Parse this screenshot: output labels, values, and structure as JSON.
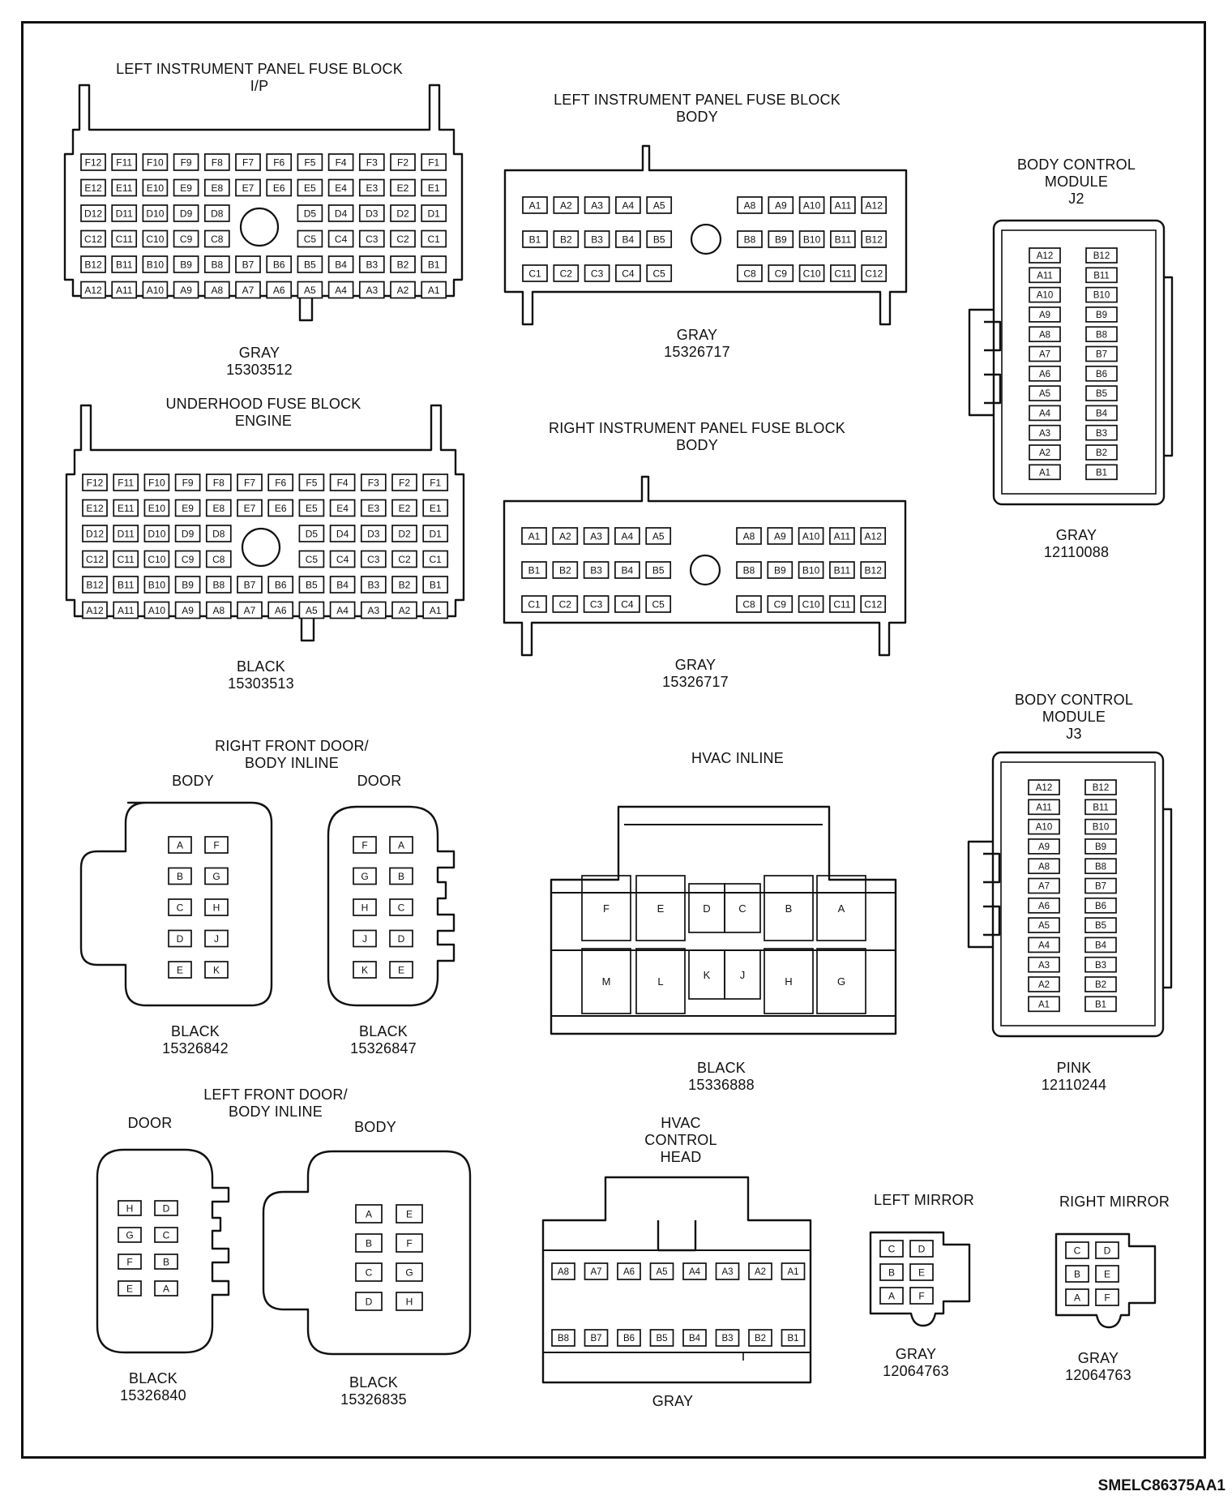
{
  "reference_code": "SMELC86375AA1",
  "connectors": {
    "lip_ip": {
      "title": [
        "LEFT INSTRUMENT PANEL FUSE BLOCK",
        "I/P"
      ],
      "color": "GRAY",
      "part": "15303512",
      "rows": [
        [
          "F12",
          "F11",
          "F10",
          "F9",
          "F8",
          "F7",
          "F6",
          "F5",
          "F4",
          "F3",
          "F2",
          "F1"
        ],
        [
          "E12",
          "E11",
          "E10",
          "E9",
          "E8",
          "E7",
          "E6",
          "E5",
          "E4",
          "E3",
          "E2",
          "E1"
        ],
        [
          "D12",
          "D11",
          "D10",
          "D9",
          "D8",
          "",
          "",
          "D5",
          "D4",
          "D3",
          "D2",
          "D1"
        ],
        [
          "C12",
          "C11",
          "C10",
          "C9",
          "C8",
          "",
          "",
          "C5",
          "C4",
          "C3",
          "C2",
          "C1"
        ],
        [
          "B12",
          "B11",
          "B10",
          "B9",
          "B8",
          "B7",
          "B6",
          "B5",
          "B4",
          "B3",
          "B2",
          "B1"
        ],
        [
          "A12",
          "A11",
          "A10",
          "A9",
          "A8",
          "A7",
          "A6",
          "A5",
          "A4",
          "A3",
          "A2",
          "A1"
        ]
      ]
    },
    "lip_body": {
      "title": [
        "LEFT INSTRUMENT PANEL FUSE BLOCK",
        "BODY"
      ],
      "color": "GRAY",
      "part": "15326717",
      "rows": [
        [
          "A1",
          "A2",
          "A3",
          "A4",
          "A5",
          "A8",
          "A9",
          "A10",
          "A11",
          "A12"
        ],
        [
          "B1",
          "B2",
          "B3",
          "B4",
          "B5",
          "B8",
          "B9",
          "B10",
          "B11",
          "B12"
        ],
        [
          "C1",
          "C2",
          "C3",
          "C4",
          "C5",
          "C8",
          "C9",
          "C10",
          "C11",
          "C12"
        ]
      ]
    },
    "bcm_j2": {
      "title": [
        "BODY CONTROL",
        "MODULE",
        "J2"
      ],
      "color": "GRAY",
      "part": "12110088",
      "left": [
        "A12",
        "A11",
        "A10",
        "A9",
        "A8",
        "A7",
        "A6",
        "A5",
        "A4",
        "A3",
        "A2",
        "A1"
      ],
      "right": [
        "B12",
        "B11",
        "B10",
        "B9",
        "B8",
        "B7",
        "B6",
        "B5",
        "B4",
        "B3",
        "B2",
        "B1"
      ]
    },
    "uh_engine": {
      "title": [
        "UNDERHOOD FUSE BLOCK",
        "ENGINE"
      ],
      "color": "BLACK",
      "part": "15303513",
      "rows": [
        [
          "F12",
          "F11",
          "F10",
          "F9",
          "F8",
          "F7",
          "F6",
          "F5",
          "F4",
          "F3",
          "F2",
          "F1"
        ],
        [
          "E12",
          "E11",
          "E10",
          "E9",
          "E8",
          "E7",
          "E6",
          "E5",
          "E4",
          "E3",
          "E2",
          "E1"
        ],
        [
          "D12",
          "D11",
          "D10",
          "D9",
          "D8",
          "",
          "",
          "D5",
          "D4",
          "D3",
          "D2",
          "D1"
        ],
        [
          "C12",
          "C11",
          "C10",
          "C9",
          "C8",
          "",
          "",
          "C5",
          "C4",
          "C3",
          "C2",
          "C1"
        ],
        [
          "B12",
          "B11",
          "B10",
          "B9",
          "B8",
          "B7",
          "B6",
          "B5",
          "B4",
          "B3",
          "B2",
          "B1"
        ],
        [
          "A12",
          "A11",
          "A10",
          "A9",
          "A8",
          "A7",
          "A6",
          "A5",
          "A4",
          "A3",
          "A2",
          "A1"
        ]
      ]
    },
    "rip_body": {
      "title": [
        "RIGHT INSTRUMENT PANEL FUSE BLOCK",
        "BODY"
      ],
      "color": "GRAY",
      "part": "15326717",
      "rows": [
        [
          "A1",
          "A2",
          "A3",
          "A4",
          "A5",
          "A8",
          "A9",
          "A10",
          "A11",
          "A12"
        ],
        [
          "B1",
          "B2",
          "B3",
          "B4",
          "B5",
          "B8",
          "B9",
          "B10",
          "B11",
          "B12"
        ],
        [
          "C1",
          "C2",
          "C3",
          "C4",
          "C5",
          "C8",
          "C9",
          "C10",
          "C11",
          "C12"
        ]
      ]
    },
    "rfd": {
      "title": [
        "RIGHT FRONT DOOR/",
        "BODY INLINE"
      ],
      "body_label": "BODY",
      "door_label": "DOOR",
      "body": {
        "color": "BLACK",
        "part": "15326842",
        "rows": [
          [
            "A",
            "F"
          ],
          [
            "B",
            "G"
          ],
          [
            "C",
            "H"
          ],
          [
            "D",
            "J"
          ],
          [
            "E",
            "K"
          ]
        ]
      },
      "door": {
        "color": "BLACK",
        "part": "15326847",
        "rows": [
          [
            "F",
            "A"
          ],
          [
            "G",
            "B"
          ],
          [
            "H",
            "C"
          ],
          [
            "J",
            "D"
          ],
          [
            "K",
            "E"
          ]
        ]
      }
    },
    "hvac_inline": {
      "title": [
        "HVAC INLINE"
      ],
      "color": "BLACK",
      "part": "15336888",
      "top": [
        "F",
        "E",
        "D",
        "C",
        "B",
        "A"
      ],
      "bottom": [
        "M",
        "L",
        "K",
        "J",
        "H",
        "G"
      ]
    },
    "bcm_j3": {
      "title": [
        "BODY CONTROL",
        "MODULE",
        "J3"
      ],
      "color": "PINK",
      "part": "12110244",
      "left": [
        "A12",
        "A11",
        "A10",
        "A9",
        "A8",
        "A7",
        "A6",
        "A5",
        "A4",
        "A3",
        "A2",
        "A1"
      ],
      "right": [
        "B12",
        "B11",
        "B10",
        "B9",
        "B8",
        "B7",
        "B6",
        "B5",
        "B4",
        "B3",
        "B2",
        "B1"
      ]
    },
    "lfd": {
      "title": [
        "LEFT FRONT DOOR/",
        "BODY INLINE"
      ],
      "door_label": "DOOR",
      "body_label": "BODY",
      "door": {
        "color": "BLACK",
        "part": "15326840",
        "rows": [
          [
            "H",
            "D"
          ],
          [
            "G",
            "C"
          ],
          [
            "F",
            "B"
          ],
          [
            "E",
            "A"
          ]
        ]
      },
      "body": {
        "color": "BLACK",
        "part": "15326835",
        "rows": [
          [
            "A",
            "E"
          ],
          [
            "B",
            "F"
          ],
          [
            "C",
            "G"
          ],
          [
            "D",
            "H"
          ]
        ]
      }
    },
    "hvac_head": {
      "title": [
        "HVAC",
        "CONTROL",
        "HEAD"
      ],
      "color": "GRAY",
      "top": [
        "A8",
        "A7",
        "A6",
        "A5",
        "A4",
        "A3",
        "A2",
        "A1"
      ],
      "bottom": [
        "B8",
        "B7",
        "B6",
        "B5",
        "B4",
        "B3",
        "B2",
        "B1"
      ]
    },
    "left_mirror": {
      "title": [
        "LEFT MIRROR"
      ],
      "color": "GRAY",
      "part": "12064763",
      "rows": [
        [
          "C",
          "D"
        ],
        [
          "B",
          "E"
        ],
        [
          "A",
          "F"
        ]
      ]
    },
    "right_mirror": {
      "title": [
        "RIGHT MIRROR"
      ],
      "color": "GRAY",
      "part": "12064763",
      "rows": [
        [
          "C",
          "D"
        ],
        [
          "B",
          "E"
        ],
        [
          "A",
          "F"
        ]
      ]
    }
  }
}
